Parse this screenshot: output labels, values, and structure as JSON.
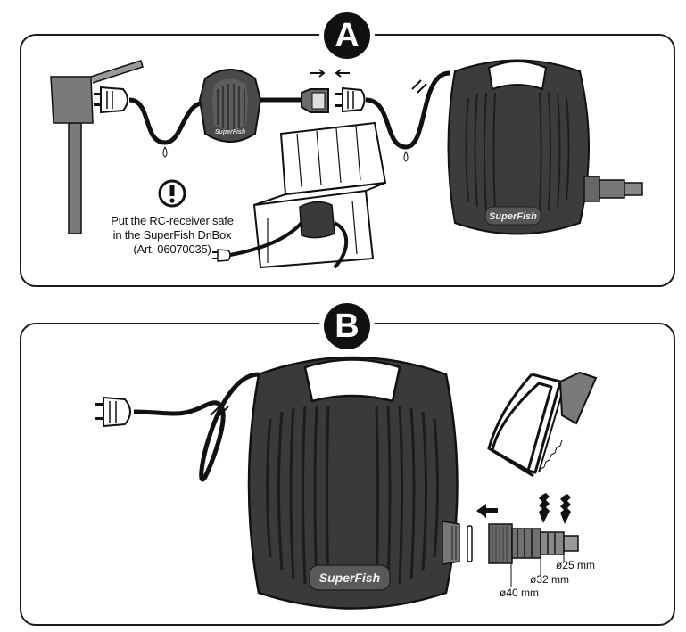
{
  "panel_a": {
    "label": "A",
    "note_lines": [
      "Put the RC-receiver safe",
      "in the SuperFish DriBox",
      "(Art. 06070035)"
    ],
    "receiver_brand": "SuperFish",
    "pump_brand": "SuperFish"
  },
  "panel_b": {
    "label": "B",
    "pump_brand": "SuperFish",
    "dimensions": [
      "ø25 mm",
      "ø32 mm",
      "ø40 mm"
    ]
  }
}
